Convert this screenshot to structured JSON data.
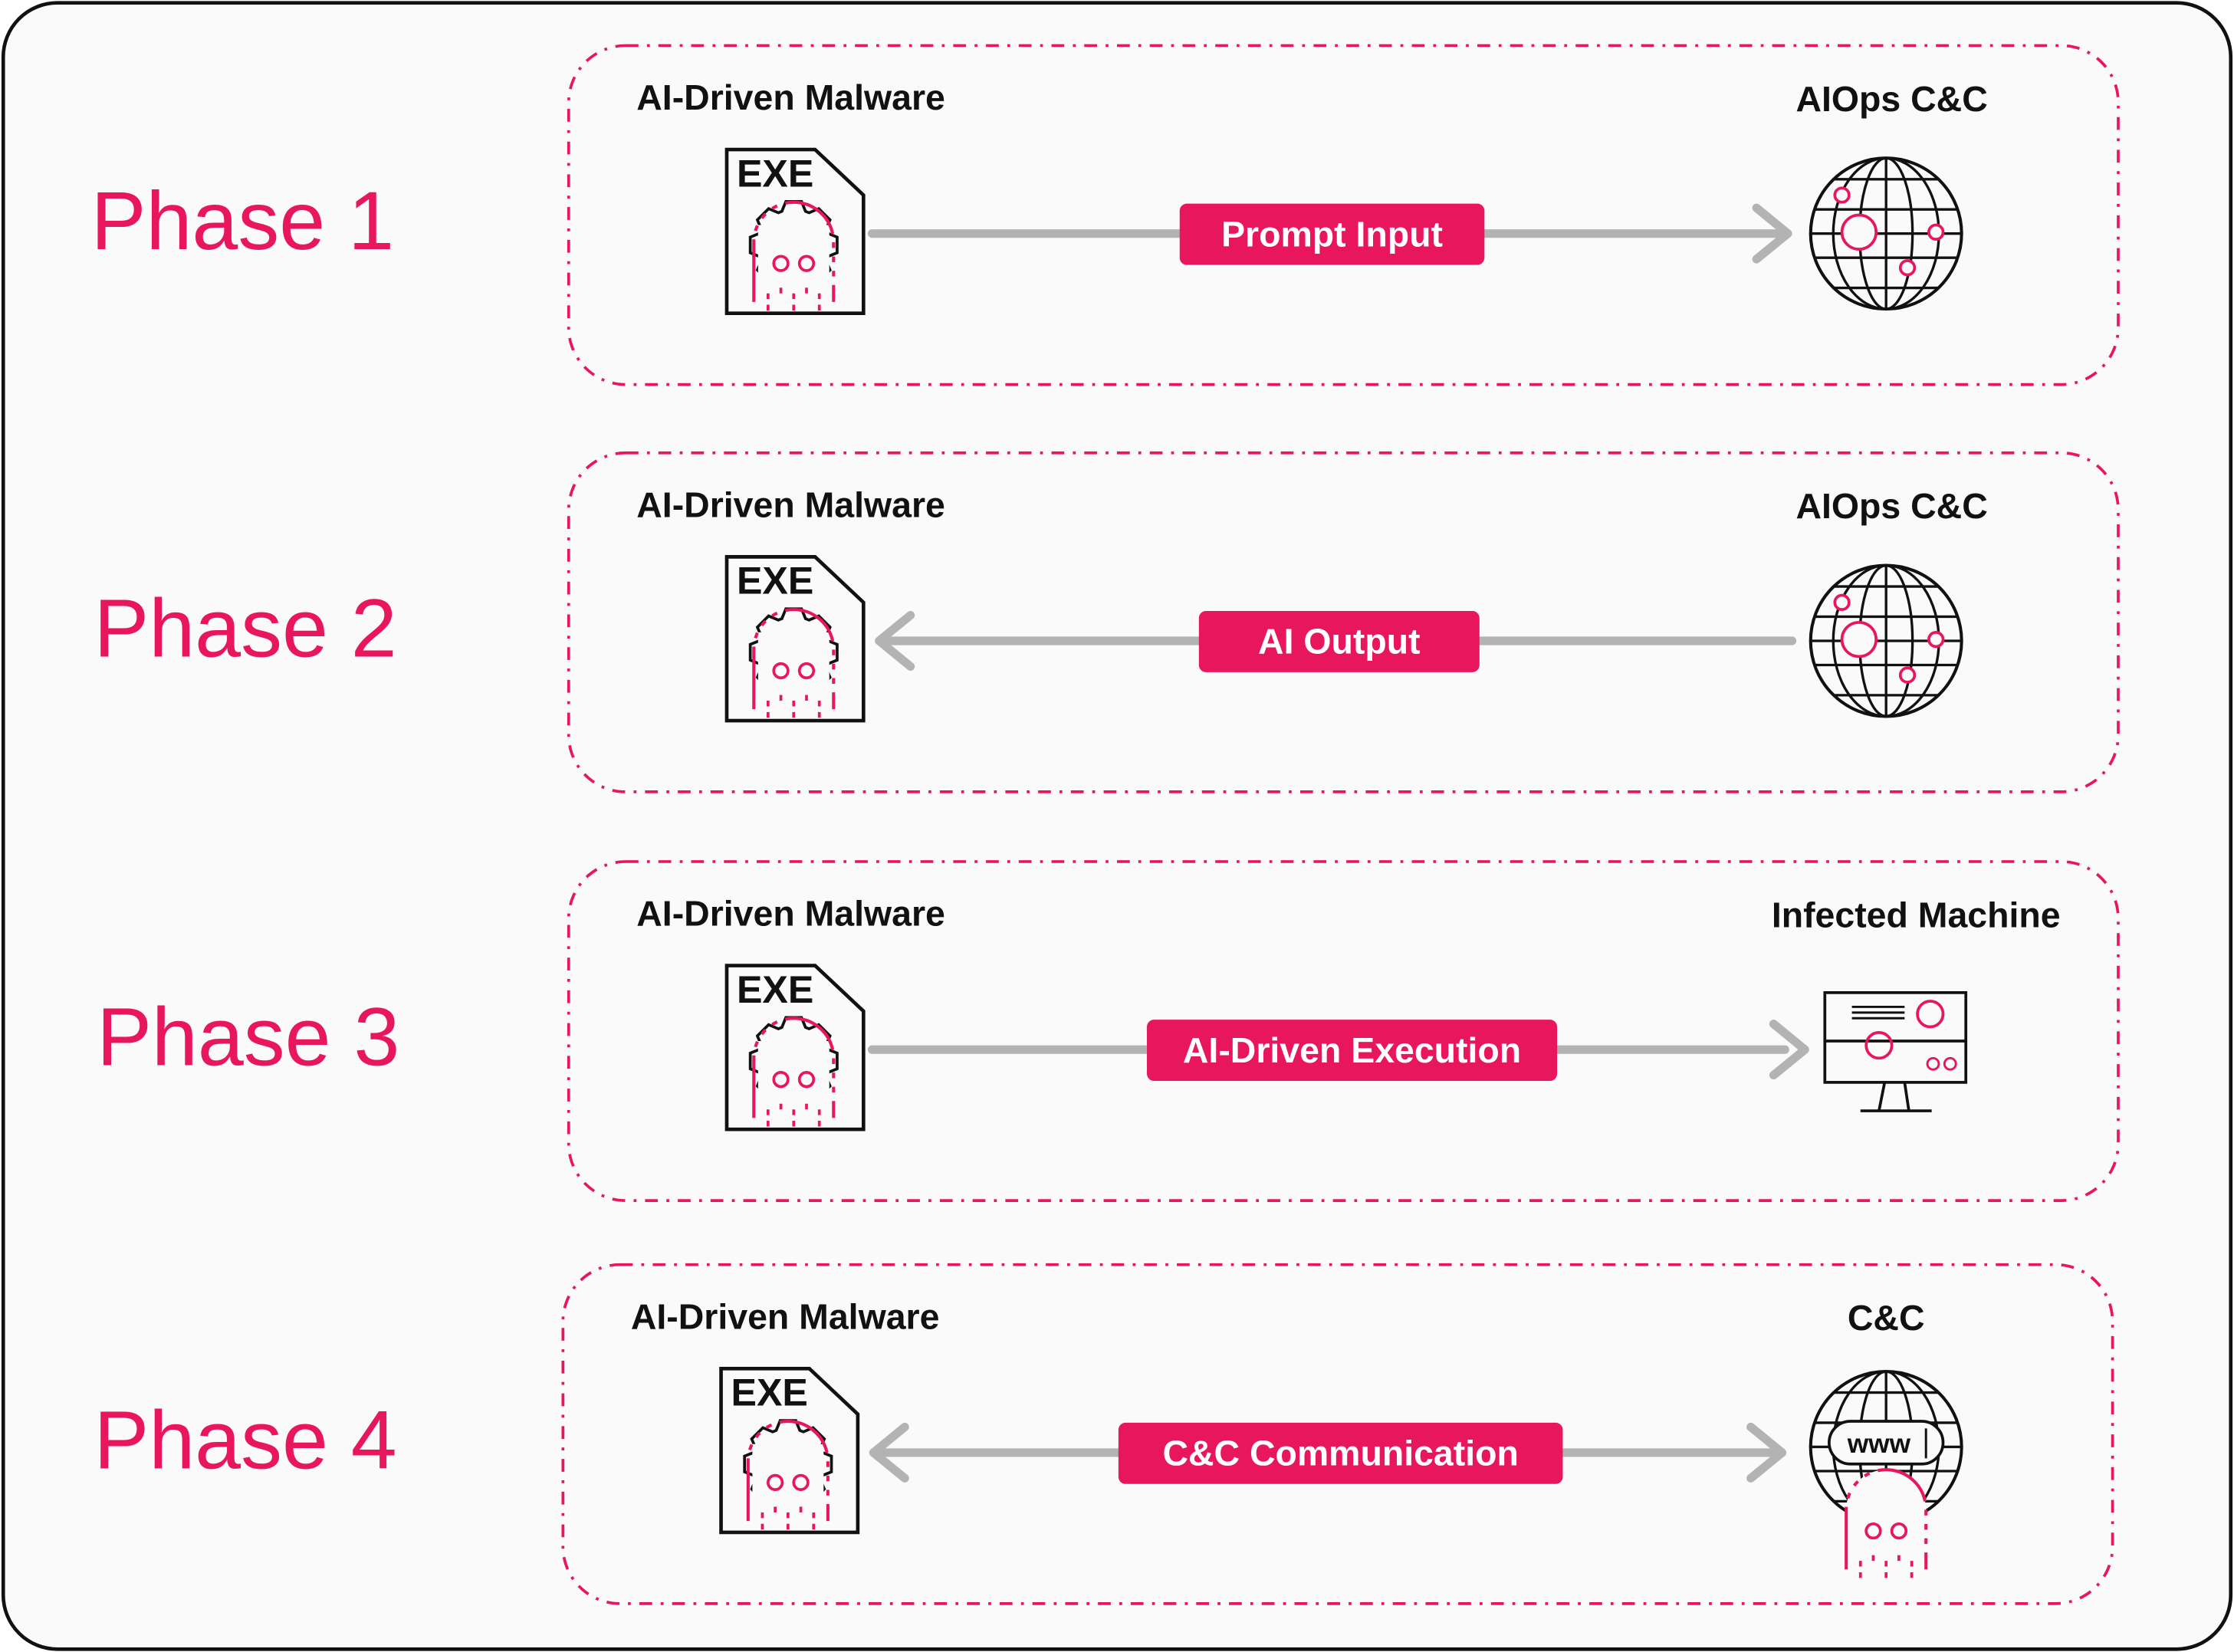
{
  "colors": {
    "accent": "#e8175d",
    "connector": "#b3b3b3",
    "stroke": "#111111",
    "background": "#fafafa"
  },
  "phases": [
    {
      "title": "Phase 1",
      "left_label": "AI-Driven Malware",
      "left_icon": "exe-ghost-icon",
      "left_icon_text": "EXE",
      "action": "Prompt Input",
      "direction": "right",
      "right_label": "AIOps C&C",
      "right_icon": "globe-icon"
    },
    {
      "title": "Phase 2",
      "left_label": "AI-Driven Malware",
      "left_icon": "exe-ghost-icon",
      "left_icon_text": "EXE",
      "action": "AI Output",
      "direction": "left",
      "right_label": "AIOps C&C",
      "right_icon": "globe-icon"
    },
    {
      "title": "Phase 3",
      "left_label": "AI-Driven Malware",
      "left_icon": "exe-ghost-icon",
      "left_icon_text": "EXE",
      "action": "AI-Driven Execution",
      "direction": "right",
      "right_label": "Infected Machine",
      "right_icon": "monitor-icon"
    },
    {
      "title": "Phase 4",
      "left_label": "AI-Driven Malware",
      "left_icon": "exe-ghost-icon",
      "left_icon_text": "EXE",
      "action": "C&C Communication",
      "direction": "both",
      "right_label": "C&C",
      "right_icon": "www-globe-ghost-icon",
      "right_icon_text": "www"
    }
  ]
}
